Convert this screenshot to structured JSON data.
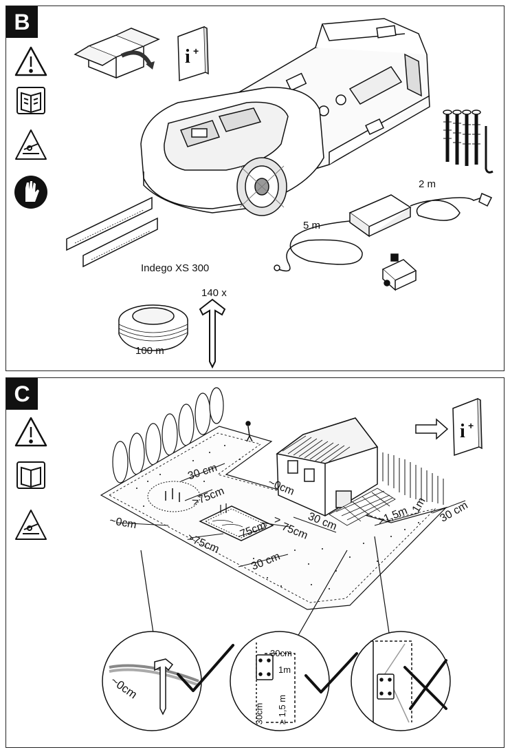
{
  "panel_b": {
    "letter": "B",
    "product_name": "Indego XS 300",
    "cable_2m": "2 m",
    "cable_5m": "5 m",
    "pegs_count": "140 x",
    "wire_length": "100 m",
    "info_icon": "i+"
  },
  "panel_c": {
    "letter": "C",
    "info_icon": "i+",
    "dims": {
      "d1": "30 cm",
      "d2": ">75cm",
      "d3": "~0cm",
      "d4": ">75cm",
      "d5": "75cm",
      "d6": "~0cm",
      "d7": ">",
      "d8": "75cm",
      "d9": "30 cm",
      "d10": "30 cm",
      "d11": ">1,5m",
      "d12": "1m",
      "d13": "30 cm",
      "d14": "~0cm"
    },
    "detail": {
      "left_dim": "~0cm",
      "mid_top": "30cm",
      "mid_right": "1m",
      "mid_left": "30cm",
      "mid_vert": "≥ 1,5 m"
    }
  }
}
